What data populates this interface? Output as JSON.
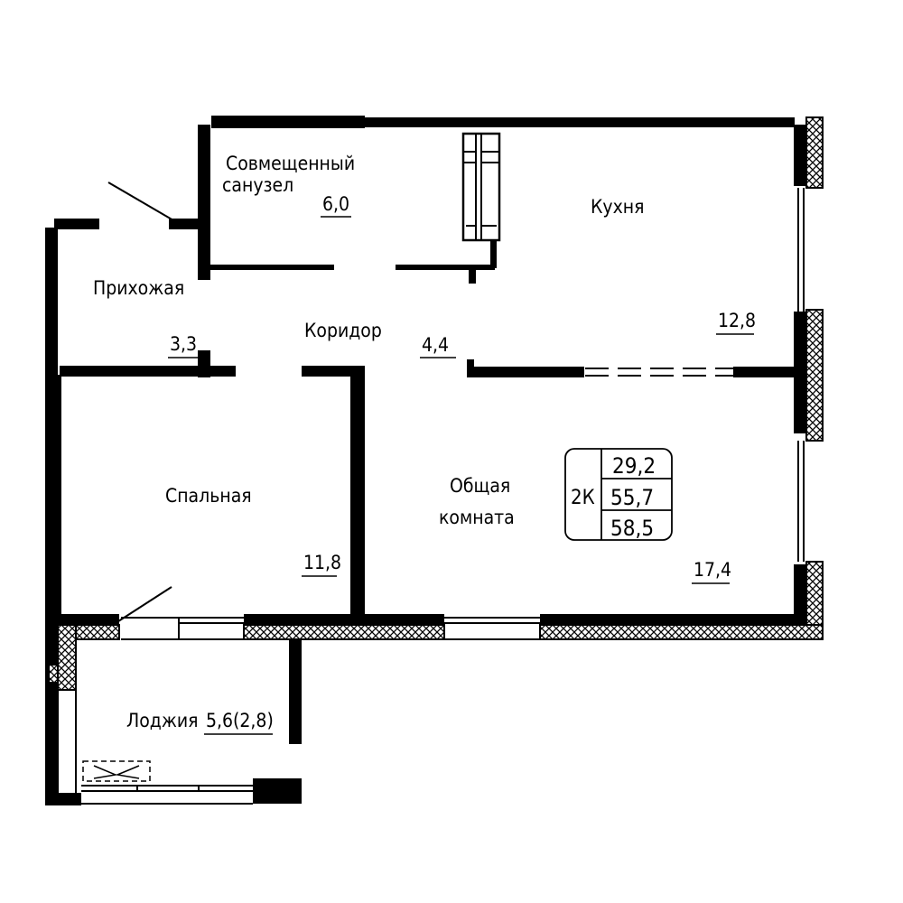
{
  "rooms": [
    {
      "name_lines": [
        "Совмещенный",
        "санузел"
      ],
      "area": "6,0"
    },
    {
      "name_lines": [
        "Кухня"
      ],
      "area": "12,8"
    },
    {
      "name_lines": [
        "Прихожая"
      ],
      "area": "3,3"
    },
    {
      "name_lines": [
        "Коридор"
      ],
      "area": "4,4"
    },
    {
      "name_lines": [
        "Спальная"
      ],
      "area": "11,8"
    },
    {
      "name_lines": [
        "Общая",
        "комната"
      ],
      "area": "17,4"
    },
    {
      "name_lines": [
        "Лоджия"
      ],
      "area": "5,6(2,8)"
    }
  ],
  "summary": {
    "rooms_code": "2К",
    "living_area": "29,2",
    "total_area": "55,7",
    "total_with_loggia": "58,5"
  }
}
